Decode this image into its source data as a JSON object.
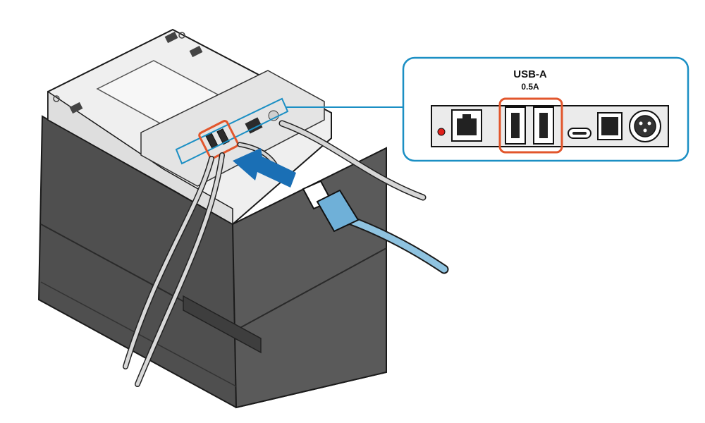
{
  "callout": {
    "port_type": "USB-A",
    "current_rating": "0.5A"
  },
  "colors": {
    "callout_border": "#1b8fc4",
    "highlight": "#e2562c",
    "arrow": "#1a6fb5",
    "usb_plug": "#6fb0d8",
    "printer_body": "#4d4d4d",
    "printer_top": "#f0f0f0"
  },
  "icons": [
    "printer-illustration",
    "usb-a-cable",
    "insertion-arrow",
    "ethernet-port-icon",
    "usb-c-port-icon",
    "power-jack-icon",
    "status-led-icon"
  ]
}
